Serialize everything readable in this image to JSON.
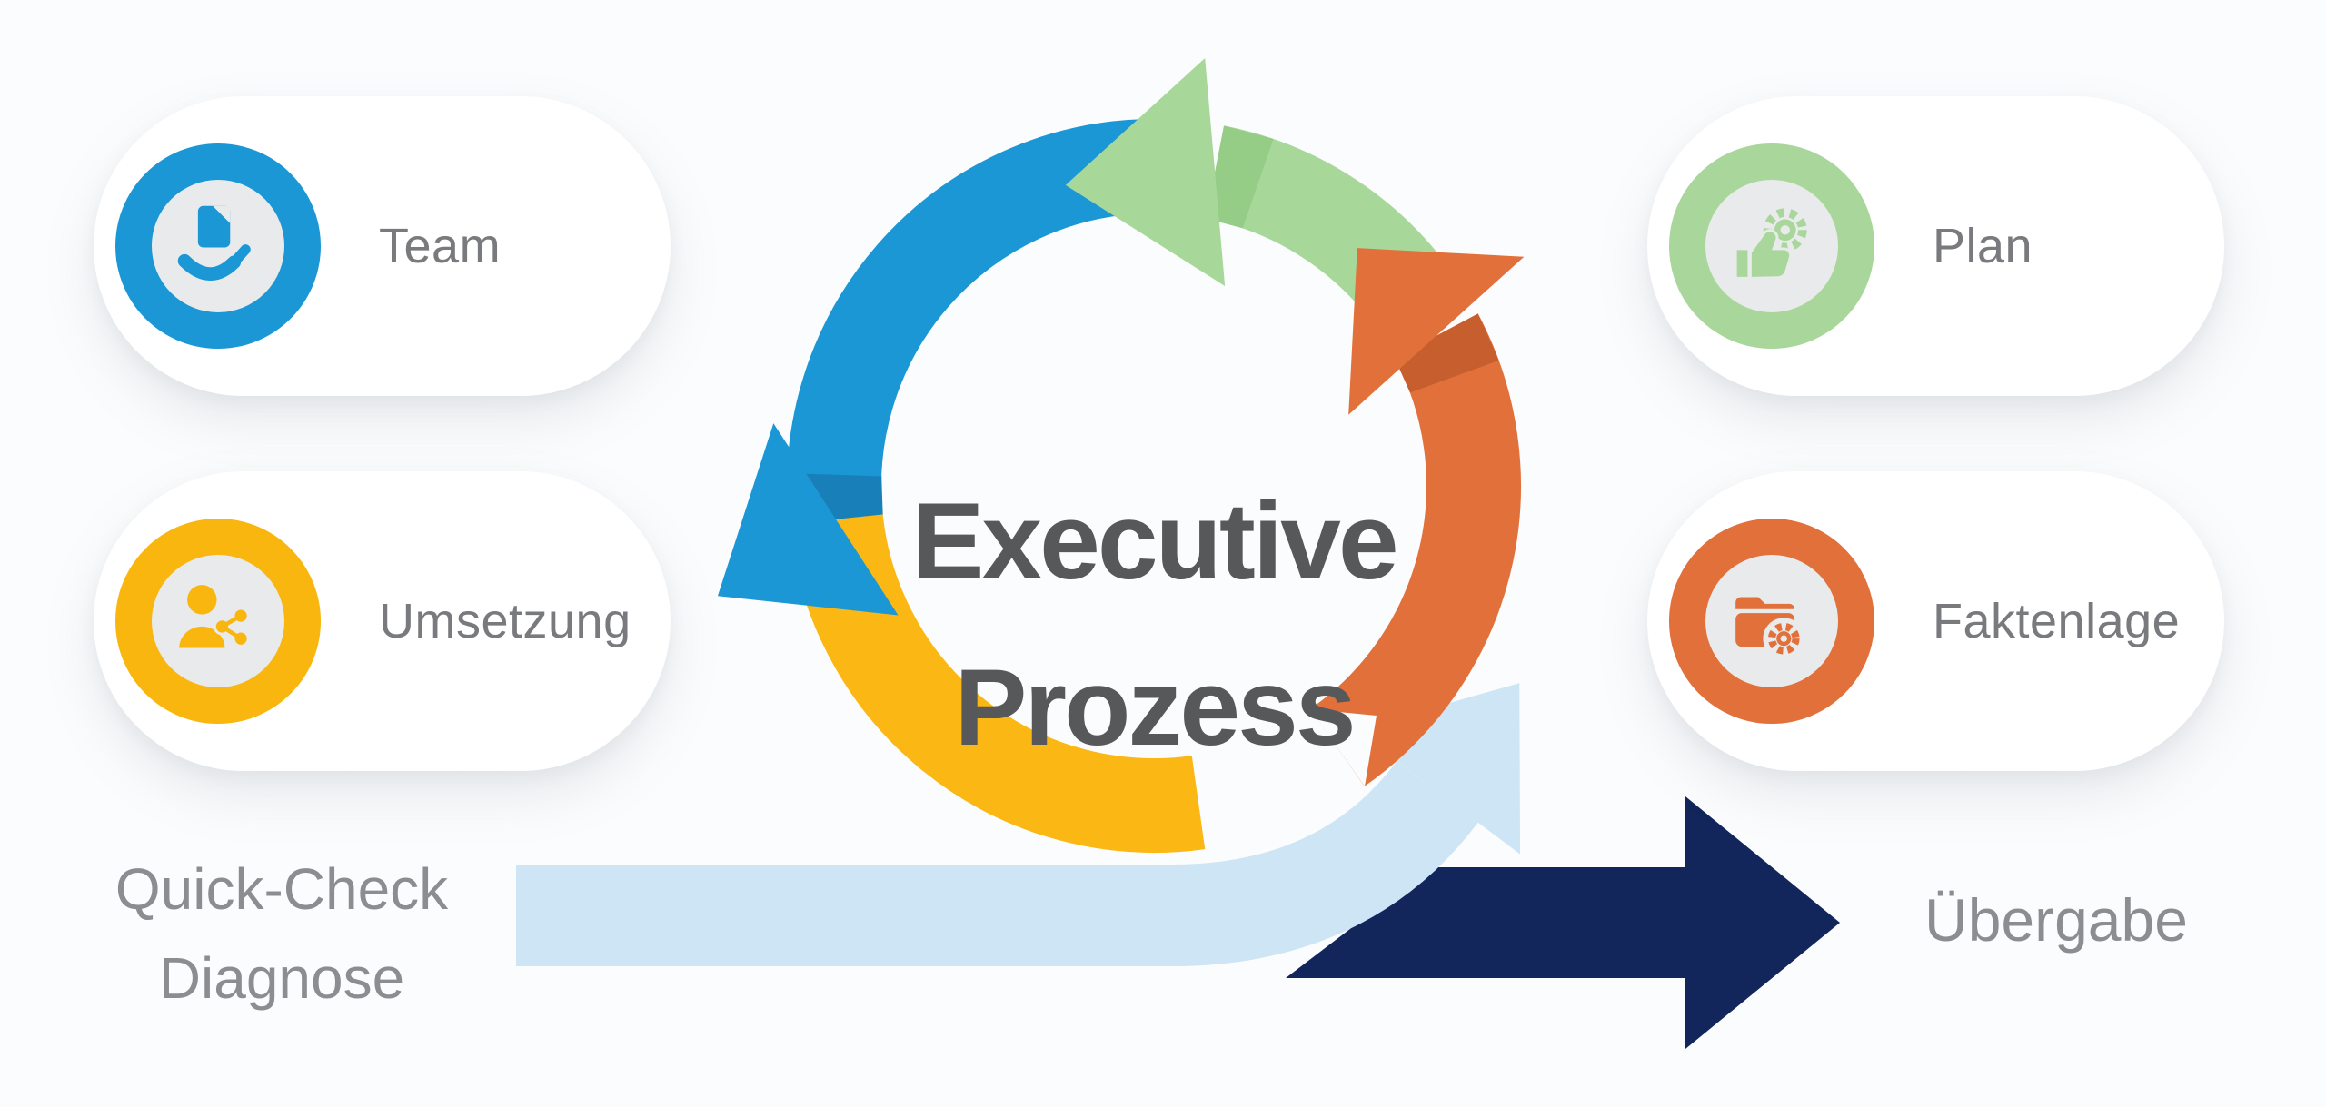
{
  "title": {
    "line1": "Executive",
    "line2": "Prozess"
  },
  "cards": [
    {
      "id": "team",
      "label": "Team",
      "color": "#1b97d5",
      "icon": "hand-document-icon"
    },
    {
      "id": "umsetzung",
      "label": "Umsetzung",
      "color": "#f8b60f",
      "icon": "person-share-icon"
    },
    {
      "id": "plan",
      "label": "Plan",
      "color": "#a9d79b",
      "icon": "thumbs-up-gear-icon"
    },
    {
      "id": "faktenlage",
      "label": "Faktenlage",
      "color": "#e2703a",
      "icon": "folder-gear-icon"
    }
  ],
  "flow": {
    "input_line1": "Quick-Check",
    "input_line2": "Diagnose",
    "output_label": "Übergabe"
  },
  "cycle": {
    "segments": [
      {
        "name": "plan-arc",
        "color": "#a8d79a",
        "fold": "#95cc86"
      },
      {
        "name": "team-arc",
        "color": "#1b97d5",
        "fold": "#187fb8"
      },
      {
        "name": "umsetzung-arc",
        "color": "#fbb713",
        "fold": "#fbb713"
      },
      {
        "name": "faktenlage-arc",
        "color": "#e2703a",
        "fold": "#c75e2e"
      }
    ],
    "entry_arrow_color": "#cde5f4",
    "exit_arrow_color": "#13265c"
  },
  "colors": {
    "background": "#fbfcfd",
    "icon_disc": "#e9eaeb",
    "title_text": "#57585a",
    "card_label_text": "#797a7d",
    "flow_text": "#8b8d90"
  }
}
